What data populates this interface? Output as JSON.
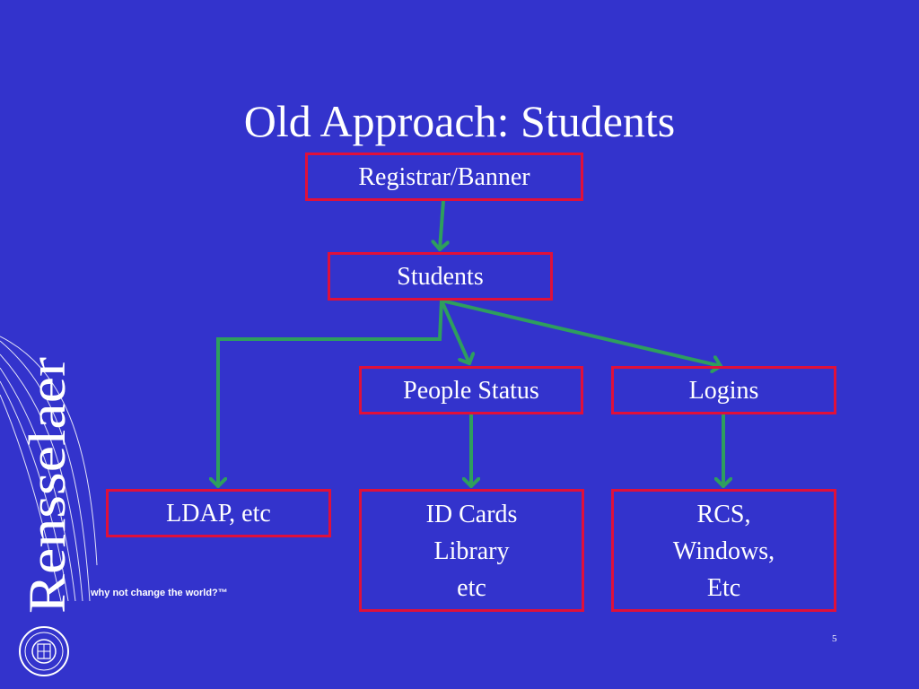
{
  "slide": {
    "title": "Old Approach: Students",
    "page_number": "5"
  },
  "nodes": {
    "registrar": [
      "Registrar/Banner"
    ],
    "students": [
      "Students"
    ],
    "people_status": [
      "People Status"
    ],
    "logins": [
      "Logins"
    ],
    "ldap": [
      "LDAP, etc"
    ],
    "id_cards": [
      "ID Cards",
      "Library",
      "etc"
    ],
    "rcs": [
      "RCS,",
      "Windows,",
      "Etc"
    ]
  },
  "branding": {
    "logo_text": "Rensselaer",
    "tagline": "why not change the world?™"
  },
  "colors": {
    "background": "#3333cc",
    "box_border": "#e0103a",
    "arrow": "#2e9e5e",
    "text": "#ffffff"
  }
}
